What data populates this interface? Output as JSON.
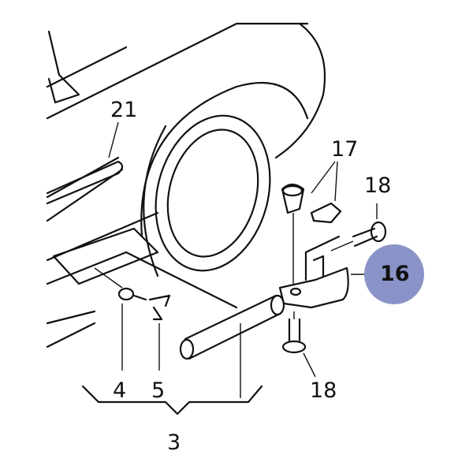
{
  "diagram": {
    "callouts": [
      {
        "id": "label-21",
        "text": "21"
      },
      {
        "id": "label-17",
        "text": "17"
      },
      {
        "id": "label-18-top",
        "text": "18"
      },
      {
        "id": "label-16",
        "text": "16",
        "highlighted": true
      },
      {
        "id": "label-4",
        "text": "4"
      },
      {
        "id": "label-5",
        "text": "5"
      },
      {
        "id": "label-18-bottom",
        "text": "18"
      },
      {
        "id": "label-3",
        "text": "3"
      }
    ],
    "highlight_color": "#8a93c8"
  }
}
